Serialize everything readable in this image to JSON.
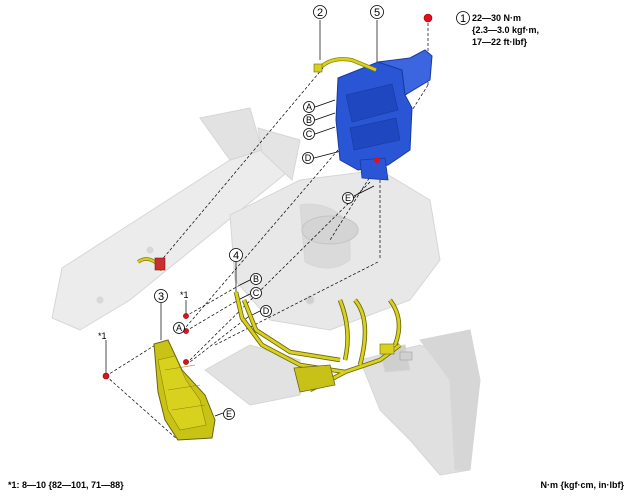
{
  "callouts": {
    "n1": "1",
    "n2": "2",
    "n3": "3",
    "n4": "4",
    "n5": "5",
    "A": "A",
    "B": "B",
    "C": "C",
    "D": "D",
    "E": "E"
  },
  "torque_main": {
    "line1": "22—30 N·m",
    "line2": "{2.3—3.0 kgf·m,",
    "line3": "17—22 ft·lbf}"
  },
  "star_mark": "*1",
  "footnote": "*1: 8—10 {82—101, 71—88}",
  "units_note": "N·m {kgf·cm, in·lbf}",
  "colors": {
    "module_blue": "#2a56d6",
    "harness_yellow": "#d8d21e",
    "bolt_red": "#e0101e",
    "ghost_body": "#e6e6e6"
  }
}
